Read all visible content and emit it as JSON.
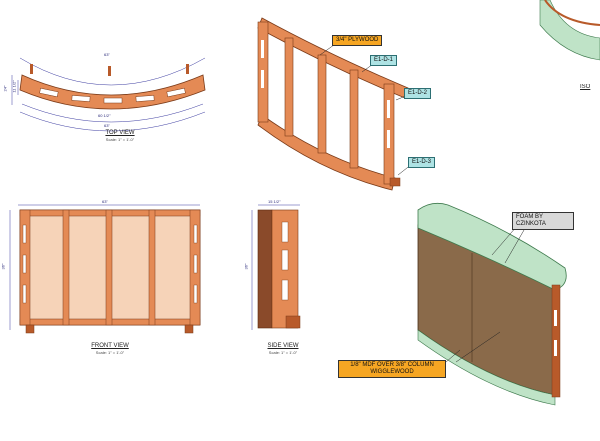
{
  "views": {
    "top": {
      "title": "TOP VIEW",
      "scale": "Scale: 1\" = 1'-0\""
    },
    "front": {
      "title": "FRONT VIEW",
      "scale": "Scale: 1\" = 1'-0\""
    },
    "side": {
      "title": "SIDE VIEW",
      "scale": "Scale: 1\" = 1'-0\""
    },
    "iso": {
      "title": "ISO"
    }
  },
  "dimensions": {
    "top_width": "63\"",
    "top_inner": "60 1/2\"",
    "top_depth": "24\"",
    "top_depth_inner": "11 1/2\"",
    "front_width": "63\"",
    "front_height": "36\"",
    "side_width": "15 1/2\"",
    "side_height": "36\""
  },
  "callouts": {
    "plywood": "3/4\" PLYWOOD",
    "e1d1": "E1-D-1",
    "e1d2": "E1-D-2",
    "e1d3": "E1-D-3",
    "foam": "FOAM BY CZINKOTA",
    "mdf": "1/8\" MDF OVER 3/8\" COLUMN WIGGLEWOOD"
  },
  "colors": {
    "wood": "#e48a55",
    "wood_dark": "#b85a2a",
    "wood_edge": "#7a3a18",
    "foam": "#bfe3c7",
    "mdf": "#8a6a4a",
    "callout_orange": "#f6a623",
    "callout_teal": "#aee3e4"
  }
}
